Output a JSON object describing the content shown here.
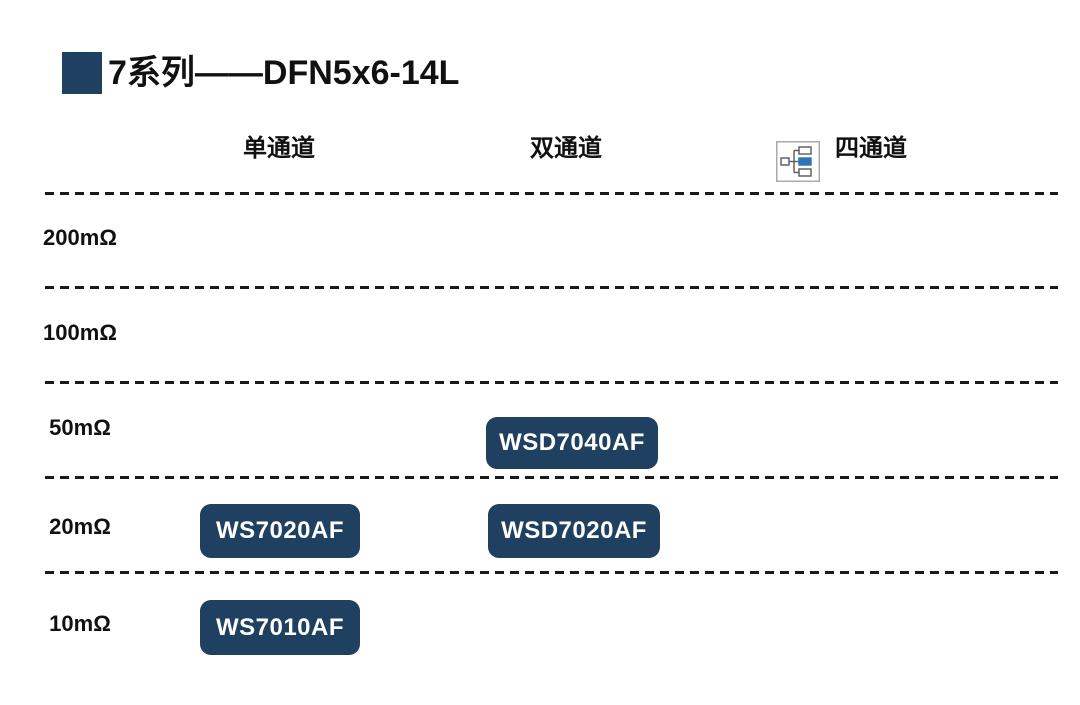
{
  "title": {
    "text": "7系列——DFN5x6-14L"
  },
  "columns": [
    {
      "id": "single",
      "label": "单通道"
    },
    {
      "id": "dual",
      "label": "双通道"
    },
    {
      "id": "quad",
      "label": "四通道",
      "icon": "hierarchy-icon"
    }
  ],
  "rows": [
    {
      "label": "200mΩ",
      "products": []
    },
    {
      "label": "100mΩ",
      "products": []
    },
    {
      "label": "50mΩ",
      "products": [
        {
          "name": "WSD7040AF",
          "column": "双通道"
        }
      ]
    },
    {
      "label": "20mΩ",
      "products": [
        {
          "name": "WS7020AF",
          "column": "单通道"
        },
        {
          "name": "WSD7020AF",
          "column": "双通道"
        }
      ]
    },
    {
      "label": "10mΩ",
      "products": [
        {
          "name": "WS7010AF",
          "column": "单通道"
        }
      ]
    }
  ],
  "colors": {
    "badge": "#1F4060",
    "badge_text": "#FFFFFF",
    "dash": "#1A1A1A",
    "text": "#111111",
    "icon_accent": "#2E75B6",
    "icon_border": "#ABABAB",
    "icon_stroke": "#595959"
  }
}
